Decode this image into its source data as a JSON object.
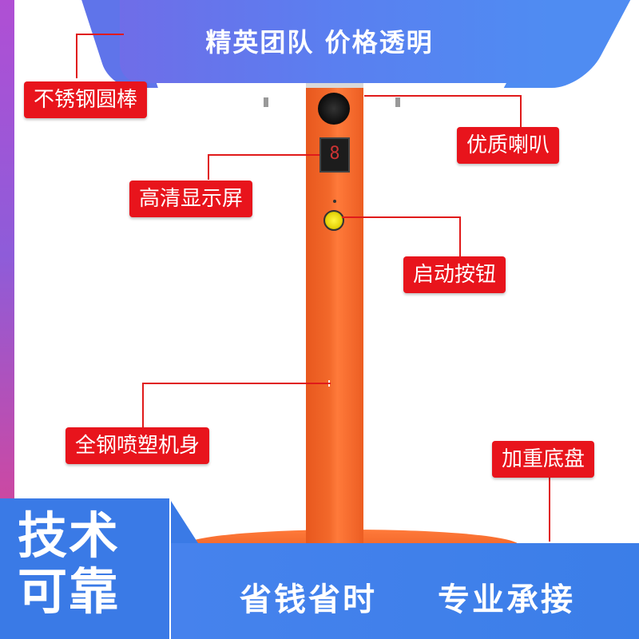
{
  "banner": {
    "top": "精英团队 价格透明"
  },
  "product": {
    "display_digit": "8"
  },
  "callouts": {
    "rod": "不锈钢圆棒",
    "speaker": "优质喇叭",
    "display": "高清显示屏",
    "button": "启动按钮",
    "body": "全钢喷塑机身",
    "base": "加重底盘"
  },
  "badge": {
    "line1": "技术",
    "line2": "可靠"
  },
  "slogans": {
    "left": "省钱省时",
    "right": "专业承接"
  },
  "colors": {
    "accent_blue": "#4a84ef",
    "callout_red": "#e8141c",
    "pole_orange": "#f2682a"
  }
}
